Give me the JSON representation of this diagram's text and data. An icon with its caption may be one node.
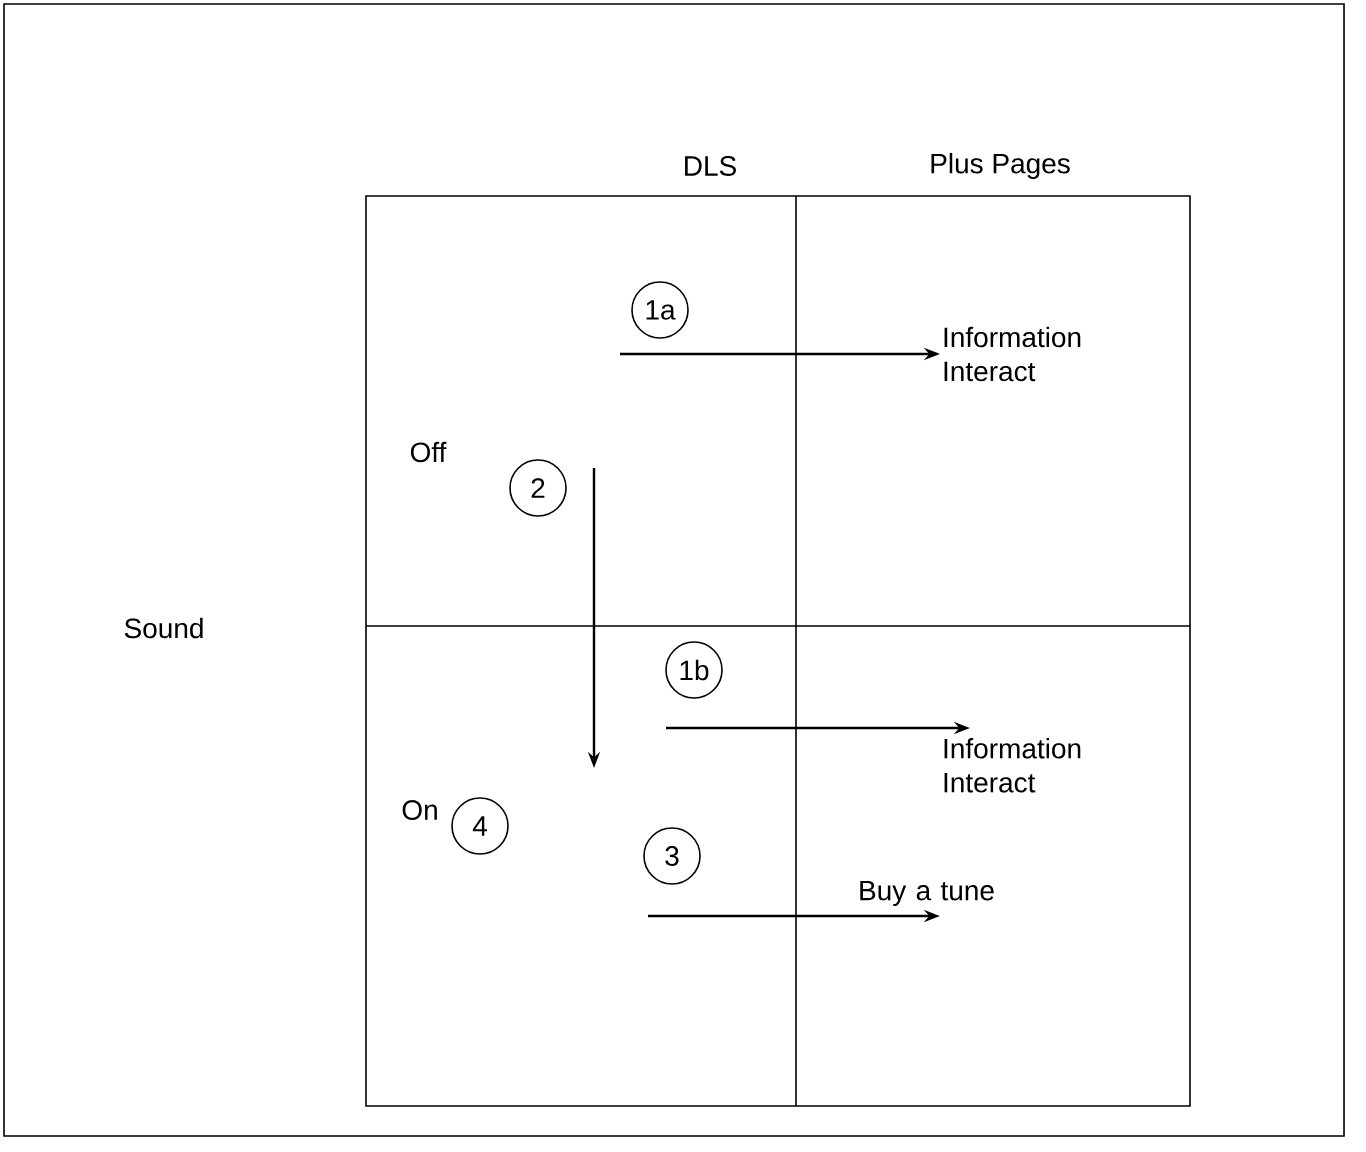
{
  "diagram": {
    "nodes": [
      {
        "text": [
          "1a"
        ]
      },
      {
        "text": [
          "Information Interact"
        ]
      },
      {
        "text": [
          "2"
        ]
      },
      {
        "text": [
          "1b"
        ]
      },
      {
        "text": [
          "Information Interact"
        ]
      },
      {
        "text": [
          "4"
        ]
      },
      {
        "text": [
          "3"
        ]
      },
      {
        "text": [
          "Buy a tune"
        ]
      }
    ],
    "edges": [
      {
        "from": null,
        "to": 1,
        "arrow": "to"
      },
      {
        "from": null,
        "to": 4,
        "arrow": "to"
      },
      {
        "from": null,
        "to": 7,
        "arrow": "to"
      }
    ],
    "labels": [
      "DLS",
      "Plus Pages",
      "Off",
      "Sound",
      "On"
    ]
  }
}
